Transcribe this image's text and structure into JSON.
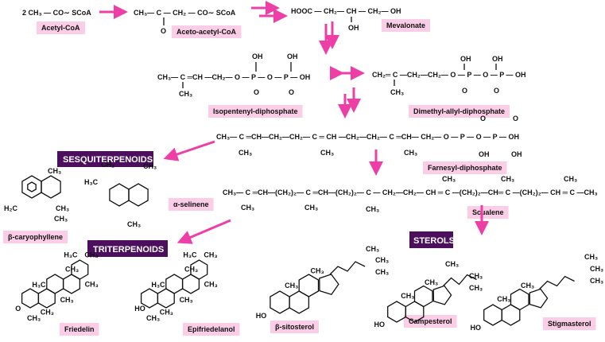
{
  "colors": {
    "arrow": "#ee3fa6",
    "label_bg": "#fbcde6",
    "header_bg": "#4b0f5e",
    "header_text": "#ffffff"
  },
  "compounds": {
    "acetyl_coa": {
      "formula": "2 CH₃ — CO∼ SCoA",
      "label": "Acetyl-CoA"
    },
    "acetoacetyl_coa": {
      "formula": "CH₃— C — CH₂ — CO∼ SCoA",
      "sub": "O",
      "label": "Aceto-acetyl-CoA"
    },
    "mevalonate": {
      "formula": "HOOC — CH₂— CH — CH₂— OH",
      "sub": "OH",
      "label": "Mevalonate"
    },
    "isopentenyl": {
      "formula": "CH₃— C ═CH —CH₂— O — P — O — P — OH",
      "top1": "OH",
      "top2": "OH",
      "bot0": "CH₃",
      "bot1": "O",
      "bot2": "O",
      "label": "Isopentenyl-diphosphate"
    },
    "dimethylallyl": {
      "formula": "CH₂═ C —CH₂—CH₂— O — P — O — P — OH",
      "top1": "OH",
      "top2": "OH",
      "bot0": "CH₃",
      "bot1": "O",
      "bot2": "O",
      "label": "Dimethyl-allyl-diphosphate"
    },
    "farnesyl": {
      "formula": "CH₃— C ═CH—CH₂—CH₂— C ═ CH —CH₂—CH₂— C ═CH— CH₂— O — P — O — P — OH",
      "methyl": "CH₃",
      "top": "O",
      "bottom": "OH",
      "label": "Farnesyl-diphosphate"
    },
    "squalene": {
      "formula": "CH₃— C ═CH—(CH₂)₂— C ═CH—(CH₂)₂— C — CH₂—CH₂— CH ═ C —(CH₂)₂—CH═ C —(CH₂)₂— CH ═ C —CH₃",
      "methyl": "CH₃",
      "label": "Scualene"
    },
    "beta_caryophyllene": {
      "label": "β-caryophyllene",
      "groups": [
        "CH₃",
        "H₂C",
        "CH₃",
        "CH₃"
      ]
    },
    "alpha_selinene": {
      "label": "α-selinene",
      "groups": [
        "CH₂",
        "H₃C",
        "CH₃",
        "CH₃"
      ]
    },
    "friedelin": {
      "label": "Friedelin",
      "groups": [
        "H₃C",
        "CH₃",
        "CH₃",
        "H₃C",
        "CH₃",
        "CH₃",
        "O",
        "CH₃",
        "CH₃"
      ]
    },
    "epifriedelanol": {
      "label": "Epifriedelanol",
      "groups": [
        "H₃C",
        "CH₃",
        "CH₃",
        "H₃C",
        "CH₃",
        "CH₃",
        "HO",
        "CH₃",
        "CH₃"
      ]
    },
    "beta_sitosterol": {
      "label": "β-sitosterol",
      "groups": [
        "CH₃",
        "CH₃",
        "CH₃",
        "CH₃",
        "CH₃",
        "HO"
      ]
    },
    "campesterol": {
      "label": "Campesterol",
      "groups": [
        "CH₃",
        "CH₃",
        "CH₃",
        "CH₃",
        "CH₃",
        "HO"
      ]
    },
    "stigmasterol": {
      "label": "Stigmasterol",
      "groups": [
        "CH₃",
        "CH₃",
        "CH₃",
        "CH₃",
        "CH₃",
        "HO"
      ]
    }
  },
  "headers": {
    "sesquiterpenoids": "SESQUITERPENOIDS",
    "triterpenoids": "TRITERPENOIDS",
    "sterols": "STEROLS"
  }
}
